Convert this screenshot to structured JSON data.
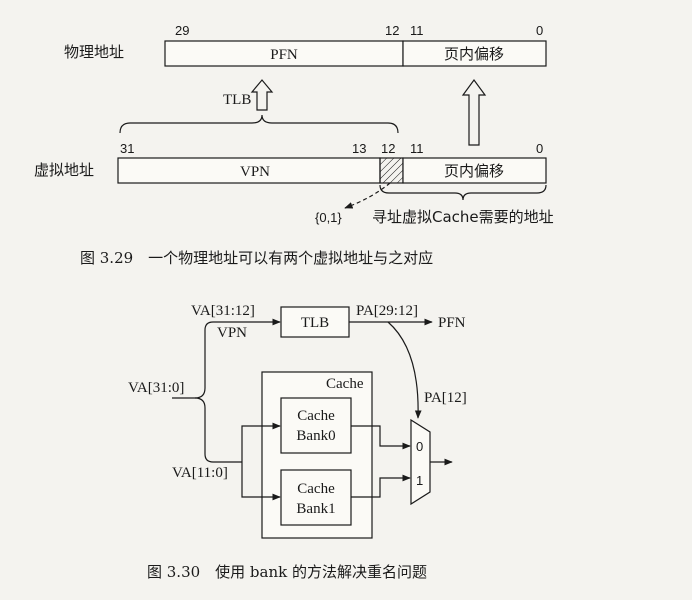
{
  "fig1": {
    "phys_label": "物理地址",
    "phys_bit_29": "29",
    "phys_bit_12": "12",
    "phys_bit_11": "11",
    "phys_bit_0": "0",
    "pfn": "PFN",
    "phys_offset": "页内偏移",
    "tlb": "TLB",
    "virt_label": "虚拟地址",
    "virt_bit_31": "31",
    "virt_bit_13": "13",
    "virt_bit_12": "12",
    "virt_bit_11": "11",
    "virt_bit_0": "0",
    "vpn": "VPN",
    "virt_offset": "页内偏移",
    "set_01": "{0,1}",
    "cache_note": "寻址虚拟Cache需要的地址",
    "caption": "图 3.29　一个物理地址可以有两个虚拟地址与之对应"
  },
  "fig2": {
    "va_31_12": "VA[31:12]",
    "vpn": "VPN",
    "tlb": "TLB",
    "pa_29_12": "PA[29:12]",
    "pfn": "PFN",
    "va_31_0": "VA[31:0]",
    "cache": "Cache",
    "pa_12": "PA[12]",
    "bank0_line1": "Cache",
    "bank0_line2": "Bank0",
    "bank1_line1": "Cache",
    "bank1_line2": "Bank1",
    "mux_0": "0",
    "mux_1": "1",
    "va_11_0": "VA[11:0]",
    "caption": "图 3.30　使用 bank 的方法解决重名问题"
  }
}
